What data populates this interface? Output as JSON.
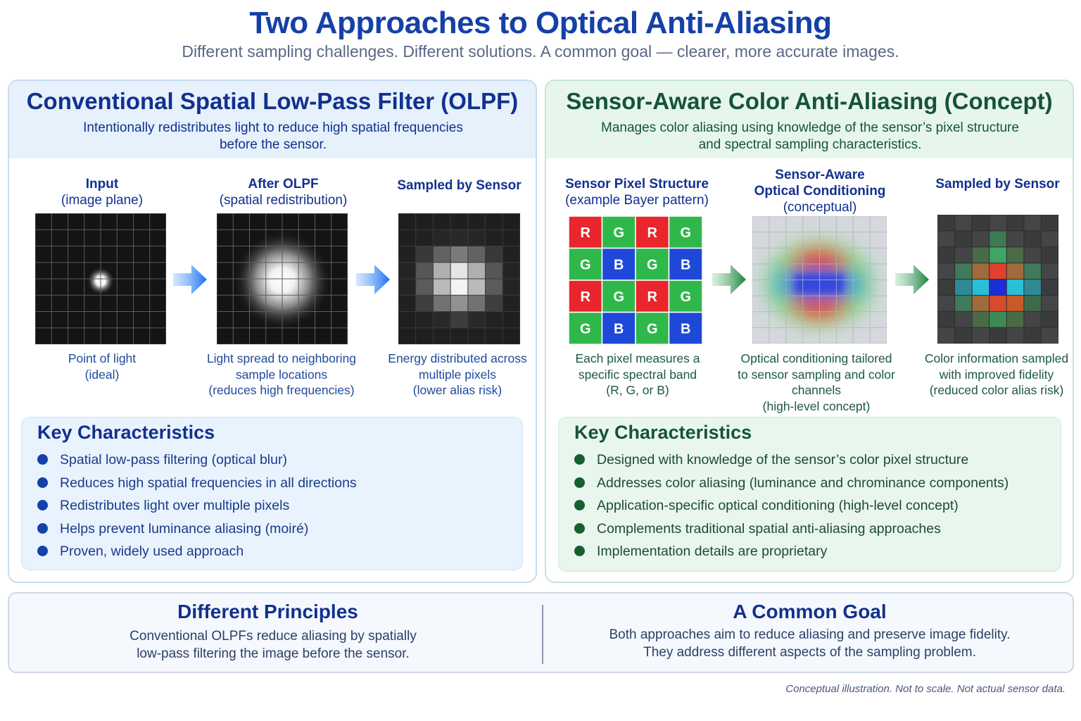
{
  "header": {
    "title": "Two Approaches to Optical Anti-Aliasing",
    "subtitle": "Different sampling challenges. Different solutions. A common goal — clearer, more accurate images."
  },
  "left": {
    "title": "Conventional Spatial Low-Pass Filter (OLPF)",
    "desc_line1": "Intentionally redistributes light to reduce high spatial frequencies",
    "desc_line2": "before the sensor.",
    "columns": [
      {
        "label": "Input",
        "sub": "(image plane)",
        "caption": [
          "Point of light",
          "(ideal)"
        ]
      },
      {
        "label": "After OLPF",
        "sub": "(spatial redistribution)",
        "caption": [
          "Light spread to neighboring",
          "sample locations",
          "(reduces high frequencies)"
        ]
      },
      {
        "label": "Sampled by Sensor",
        "sub": "",
        "caption": [
          "Energy distributed across",
          "multiple pixels",
          "(lower alias risk)"
        ]
      }
    ],
    "key_title": "Key Characteristics",
    "key_items": [
      "Spatial low-pass filtering (optical blur)",
      "Reduces high spatial frequencies in all directions",
      "Redistributes light over multiple pixels",
      "Helps prevent luminance aliasing (moiré)",
      "Proven, widely used approach"
    ]
  },
  "right": {
    "title": "Sensor-Aware Color Anti-Aliasing (Concept)",
    "desc_line1": "Manages color aliasing using knowledge of the sensor’s pixel structure",
    "desc_line2": "and spectral sampling characteristics.",
    "columns": [
      {
        "label": "Sensor Pixel Structure",
        "sub": "(example Bayer pattern)",
        "caption": [
          "Each pixel measures a",
          "specific spectral band",
          "(R, G, or B)"
        ]
      },
      {
        "label": "Sensor-Aware",
        "label2": "Optical Conditioning",
        "sub": "(conceptual)",
        "caption": [
          "Optical conditioning tailored",
          "to sensor sampling and color channels",
          "(high-level concept)"
        ]
      },
      {
        "label": "Sampled by Sensor",
        "sub": "",
        "caption": [
          "Color information sampled",
          "with improved fidelity",
          "(reduced color alias risk)"
        ]
      }
    ],
    "bayer": [
      [
        "R",
        "G",
        "R",
        "G"
      ],
      [
        "G",
        "B",
        "G",
        "B"
      ],
      [
        "R",
        "G",
        "R",
        "G"
      ],
      [
        "G",
        "B",
        "G",
        "B"
      ]
    ],
    "key_title": "Key Characteristics",
    "key_items": [
      "Designed with knowledge of the sensor’s color pixel structure",
      "Addresses color aliasing (luminance and chrominance components)",
      "Application-specific optical conditioning (high-level concept)",
      "Complements traditional spatial anti-aliasing approaches",
      "Implementation details are proprietary"
    ]
  },
  "bottom": {
    "left_title": "Different Principles",
    "left_line1": "Conventional OLPFs reduce aliasing by spatially",
    "left_line2": "low-pass filtering the image before the sensor.",
    "right_title": "A Common Goal",
    "right_line1": "Both approaches aim to reduce aliasing and preserve image fidelity.",
    "right_line2": "They address different aspects of the sampling problem."
  },
  "footnote": "Conceptual illustration. Not to scale. Not actual sensor data.",
  "colors": {
    "blue_accent": "#1540a8",
    "green_accent": "#1a6b3a",
    "bayer_red": "#e8262b",
    "bayer_green": "#2fb84a",
    "bayer_blue": "#1e49d8"
  }
}
